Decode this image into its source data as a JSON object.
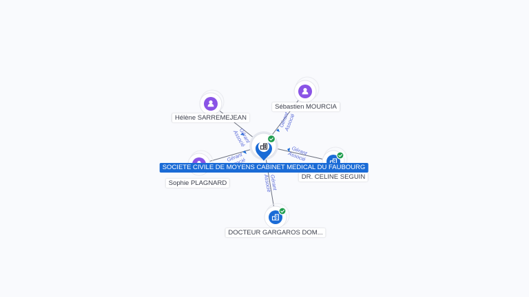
{
  "graph": {
    "central": {
      "name": "SOCIETE CIVILE DE MOYENS CABINET MEDICAL DU FAUBOURG",
      "type": "company",
      "verified": true
    },
    "nodes": [
      {
        "id": "n1",
        "name": "Hélène SARREMEJEAN",
        "type": "person",
        "verified": false
      },
      {
        "id": "n2",
        "name": "Sébastien MOURCIA",
        "type": "person",
        "verified": false
      },
      {
        "id": "n3",
        "name": "Sophie PLAGNARD",
        "type": "person",
        "verified": false
      },
      {
        "id": "n4",
        "name": "DR. CELINE SEGUIN",
        "type": "company",
        "verified": true
      },
      {
        "id": "n5",
        "name": "DOCTEUR GARGAROS DOM...",
        "type": "company",
        "verified": true
      }
    ],
    "edges": [
      {
        "target": "n1",
        "line1": "Gérant",
        "line2": "Associé"
      },
      {
        "target": "n2",
        "line1": "Gérant",
        "line2": "Associé"
      },
      {
        "target": "n3",
        "line1": "Gérant",
        "line2": "Associé"
      },
      {
        "target": "n4",
        "line1": "Gérant",
        "line2": "Associé"
      },
      {
        "target": "n5",
        "line1": "Gérant",
        "line2": "Associé"
      }
    ]
  }
}
